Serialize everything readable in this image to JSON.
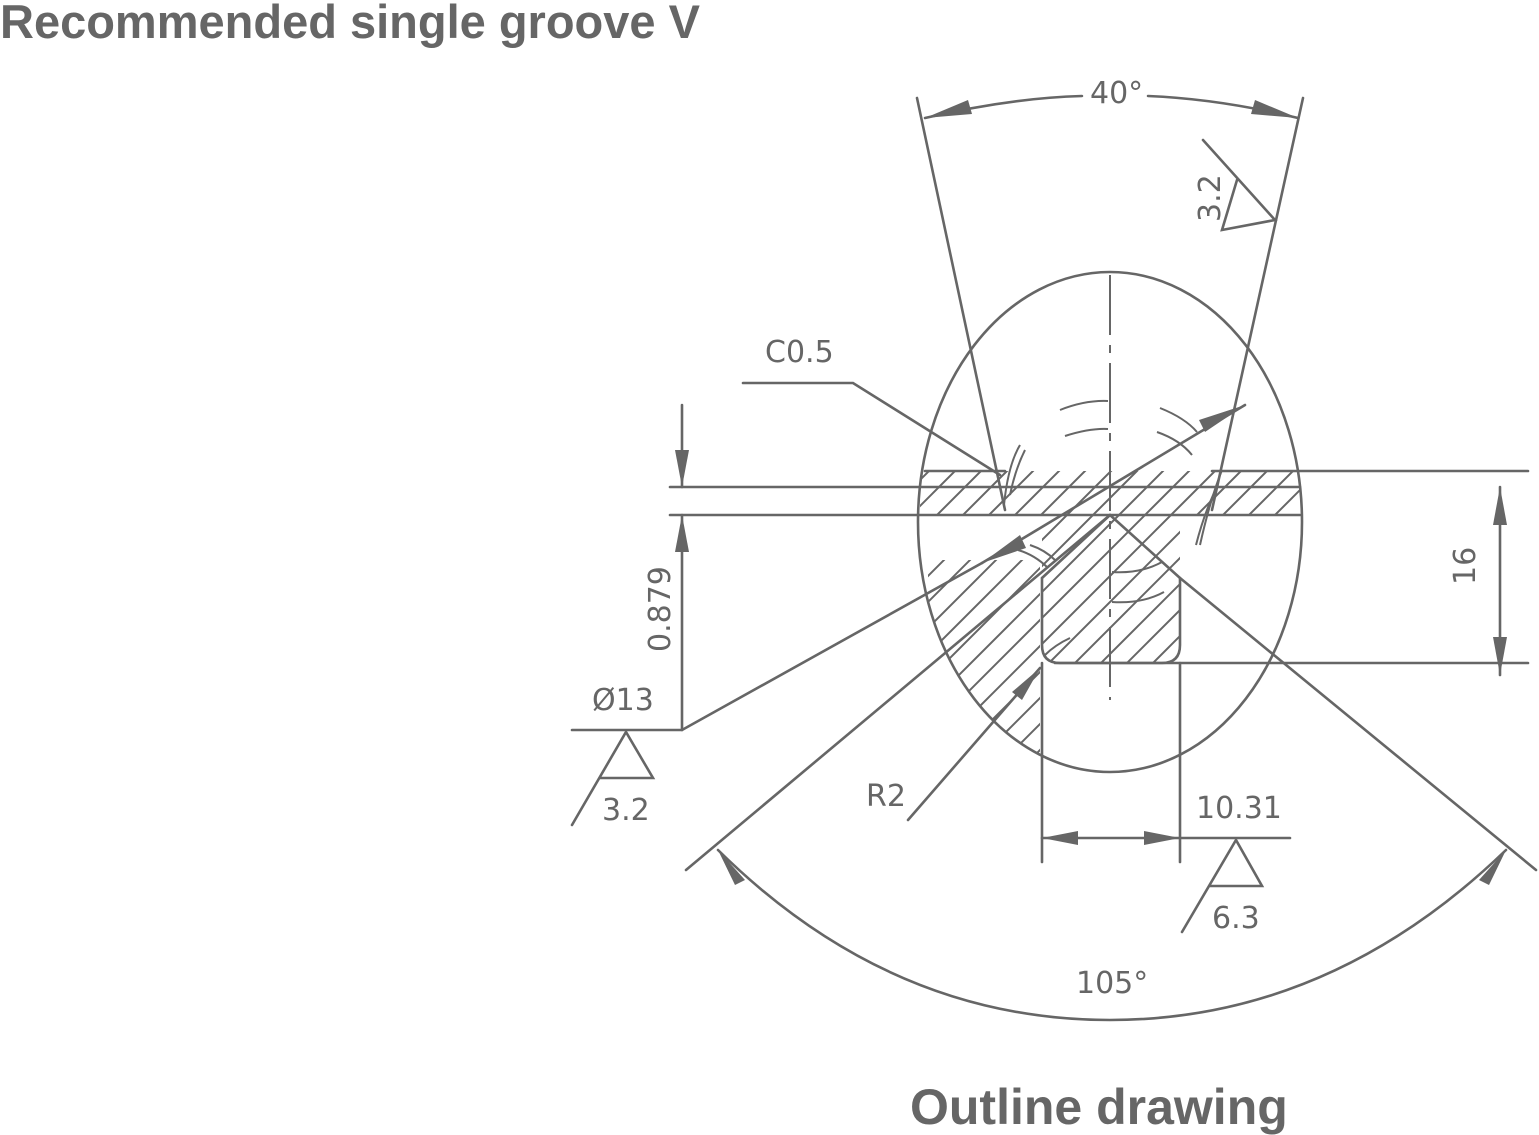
{
  "title": "Recommended single groove V",
  "caption": "Outline drawing",
  "dimensions": {
    "angle_top": "40°",
    "angle_bottom": "105°",
    "chamfer": "C0.5",
    "diameter": "Ø13",
    "offset": "0.879",
    "height": "16",
    "width": "10.31",
    "radius": "R2"
  },
  "roughness": {
    "right_flank": "3.2",
    "left": "3.2",
    "bottom": "6.3"
  },
  "colors": {
    "line": "#666666",
    "background": "#ffffff"
  }
}
